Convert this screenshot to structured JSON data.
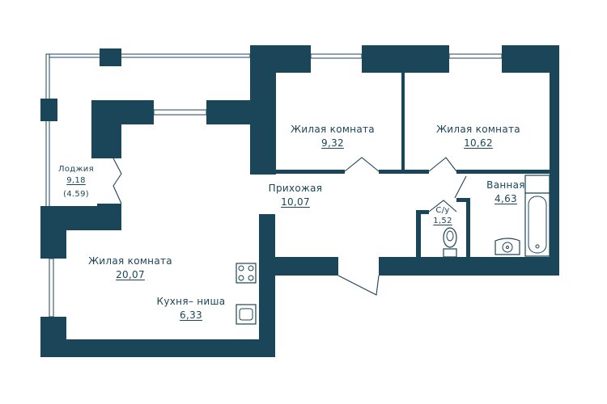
{
  "plan": {
    "colors": {
      "wall": "#1b4558",
      "background": "#ffffff"
    },
    "rooms": {
      "living1": {
        "name": "Жилая комната",
        "area": "9,32"
      },
      "living2": {
        "name": "Жилая комната",
        "area": "10,62"
      },
      "living3": {
        "name": "Жилая комната",
        "area": "20,07"
      },
      "hall": {
        "name": "Прихожая",
        "area": "10,07"
      },
      "bath": {
        "name": "Ванная",
        "area": "4,63"
      },
      "wc": {
        "name": "С/у",
        "area": "1,52"
      },
      "kitchen": {
        "name": "Кухня– ниша",
        "area": "6,33"
      },
      "loggia": {
        "name": "Лоджия",
        "area": "9,18",
        "note": "(4.59)"
      }
    },
    "icons": [
      "stove-icon",
      "sink-icon",
      "bathtub-icon",
      "toilet-icon",
      "washbasin-icon"
    ]
  }
}
